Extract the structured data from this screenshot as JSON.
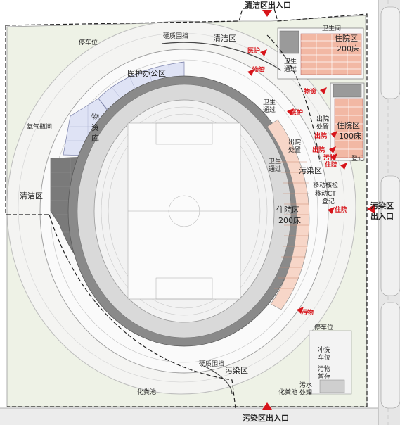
{
  "labels": {
    "top_entrance": "清洁区出入口",
    "bottom_entrance": "污染区出入口",
    "right_entrance_line1": "污染区",
    "right_entrance_line2": "出入口",
    "clean_zone_top": "清洁区",
    "clean_zone_left": "清洁区",
    "polluted_zone_right": "污染区",
    "polluted_zone_bottom": "污染区",
    "hard_barrier_top": "硬质围挡",
    "hard_barrier_bottom": "硬质围挡",
    "parking_top": "停车位",
    "parking_bottom": "停车位",
    "medical_office": "医护办公区",
    "supplies_store_1": "物",
    "supplies_store_2": "资",
    "supplies_store_3": "库",
    "oxygen_room": "氧气瓶间",
    "ward_200_right_1": "住院区",
    "ward_200_right_2": "200床",
    "ward_200_top_1": "住院区",
    "ward_200_top_2": "200床",
    "ward_100_1": "住院区",
    "ward_100_2": "100床",
    "sanitary_1a": "卫生",
    "sanitary_1b": "通过",
    "sanitary_2a": "卫生",
    "sanitary_2b": "通过",
    "sanitary_3a": "卫生",
    "sanitary_3b": "通过",
    "sanitary_room": "卫生间",
    "discharge_1a": "出院",
    "discharge_1b": "处置",
    "discharge_2a": "出院",
    "discharge_2b": "处置",
    "registration_1": "登记",
    "registration_2": "登记",
    "mobile_test": "移动核检",
    "mobile_ct": "移动CT",
    "wash_1": "冲洗",
    "wash_2": "车位",
    "waste_temp_1": "污物",
    "waste_temp_2": "暂存",
    "sewage_1": "污水",
    "sewage_2": "处理",
    "septic_1": "化粪池",
    "septic_2": "化粪池"
  },
  "flows": {
    "medical_1": "医护",
    "medical_2": "医护",
    "supplies_1": "物资",
    "supplies_2": "物资",
    "discharge_1": "出院",
    "discharge_2": "出院",
    "admission_1": "住院",
    "admission_2": "住院",
    "waste_1": "污物",
    "waste_2": "污物"
  },
  "colors": {
    "flow_red": "#d7141a",
    "ward_bed": "#f2b8a4",
    "office_blue": "#dfe3f5",
    "dark_building": "#777777",
    "land_green": "#eef2e6",
    "road_grey": "#cfcfcf"
  }
}
